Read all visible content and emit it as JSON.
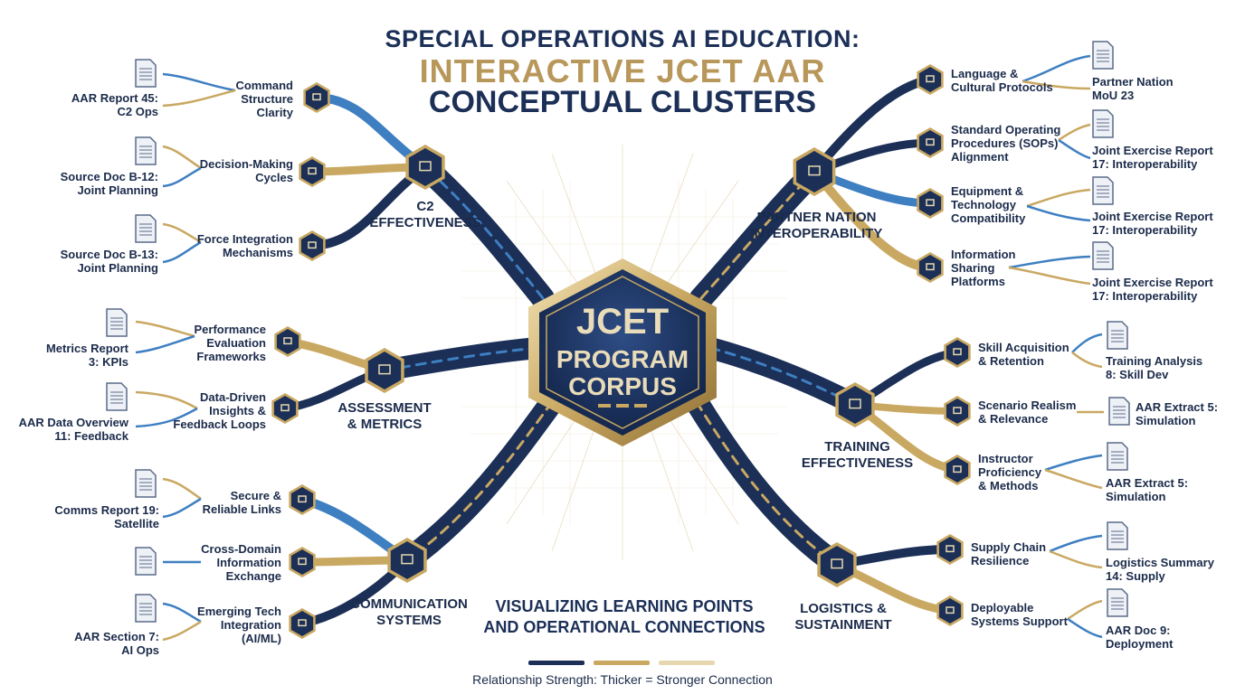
{
  "header": {
    "line1": "SPECIAL OPERATIONS AI EDUCATION:",
    "line2": "INTERACTIVE JCET AAR",
    "line3": "CONCEPTUAL CLUSTERS"
  },
  "center": {
    "line1": "JCET",
    "line2": "PROGRAM",
    "line3": "CORPUS"
  },
  "clusters": {
    "c2": "C2\nEFFECTIVENESS",
    "assessment": "ASSESSMENT\n& METRICS",
    "comms": "COMMUNICATION\nSYSTEMS",
    "partner": "PARTNER NATION\nINTEROPERABILITY",
    "training": "TRAINING\nEFFECTIVENESS",
    "logistics": "LOGISTICS &\nSUSTAINMENT"
  },
  "concepts": {
    "command_structure": "Command\nStructure\nClarity",
    "decision_cycles": "Decision-Making\nCycles",
    "force_integration": "Force Integration\nMechanisms",
    "performance_eval": "Performance\nEvaluation\nFrameworks",
    "data_driven": "Data-Driven\nInsights &\nFeedback Loops",
    "secure_links": "Secure &\nReliable Links",
    "cross_domain": "Cross-Domain\nInformation\nExchange",
    "emerging_tech": "Emerging Tech\nIntegration\n(AI/ML)",
    "language": "Language &\nCultural Protocols",
    "sops": "Standard Operating\nProcedures (SOPs)\nAlignment",
    "equipment": "Equipment &\nTechnology\nCompatibility",
    "info_sharing": "Information\nSharing\nPlatforms",
    "skill_acq": "Skill Acquisition\n& Retention",
    "scenario": "Scenario Realism\n& Relevance",
    "instructor": "Instructor\nProficiency\n& Methods",
    "supply_chain": "Supply Chain\nResilience",
    "deployable": "Deployable\nSystems Support"
  },
  "documents": {
    "aar45": "AAR Report 45:\nC2 Ops",
    "b12": "Source Doc B-12:\nJoint Planning",
    "b13": "Source Doc B-13:\nJoint Planning",
    "metrics3": "Metrics Report\n3: KPIs",
    "aar11": "AAR Data Overview\n11: Feedback",
    "comms19": "Comms Report 19:\nSatellite",
    "aar7": "AAR Section 7:\nAI Ops",
    "mou23": "Partner Nation\nMoU 23",
    "jer17a": "Joint Exercise Report\n17: Interoperability",
    "jer17b": "Joint Exercise Report\n17: Interoperability",
    "jer17c": "Joint Exercise Report\n17: Interoperability",
    "ta8": "Training Analysis\n8: Skill Dev",
    "ae5a": "AAR Extract 5:\nSimulation",
    "ae5b": "AAR Extract 5:\nSimulation",
    "ls14": "Logistics Summary\n14: Supply",
    "ad9": "AAR Doc 9:\nDeployment"
  },
  "footer": {
    "subtitle": "VISUALIZING LEARNING POINTS\nAND OPERATIONAL CONNECTIONS",
    "legend": "Relationship Strength: Thicker = Stronger Connection"
  },
  "colors": {
    "navy": "#1b2f57",
    "gold": "#c9a862",
    "blue": "#3e7fc1",
    "paleGold": "#e6d7ae"
  },
  "icons": {
    "center": "hexagon-emblem",
    "c2": "org-chart-icon",
    "assessment": "bar-chart-icon",
    "comms": "chat-phone-icon",
    "partner": "network-people-icon",
    "training": "graduation-cap-icon",
    "logistics": "warehouse-icon",
    "document": "document-icon"
  }
}
